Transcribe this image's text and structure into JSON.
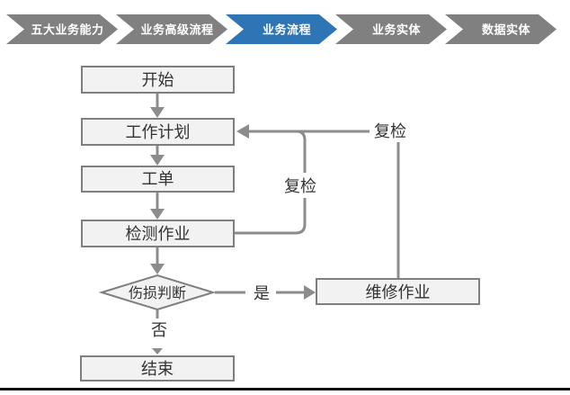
{
  "nav": {
    "items": [
      {
        "label": "五大业务能力",
        "active": false,
        "color": "#808080"
      },
      {
        "label": "业务高级流程",
        "active": false,
        "color": "#808080"
      },
      {
        "label": "业务流程",
        "active": true,
        "color": "#2E75B6"
      },
      {
        "label": "业务实体",
        "active": false,
        "color": "#808080"
      },
      {
        "label": "数据实体",
        "active": false,
        "color": "#808080"
      }
    ]
  },
  "flowchart": {
    "nodes": {
      "start": {
        "label": "开始",
        "type": "process"
      },
      "work_plan": {
        "label": "工作计划",
        "type": "process"
      },
      "work_order": {
        "label": "工单",
        "type": "process"
      },
      "inspection_job": {
        "label": "检测作业",
        "type": "process"
      },
      "damage_decision": {
        "label": "伤损判断",
        "type": "decision"
      },
      "repair_job": {
        "label": "维修作业",
        "type": "process"
      },
      "end": {
        "label": "结束",
        "type": "process"
      }
    },
    "edge_labels": {
      "recheck_inner": "复检",
      "recheck_outer": "复检",
      "yes": "是",
      "no": "否"
    },
    "colors": {
      "node_fill": "#F2F2F2",
      "node_border": "#7F7F7F",
      "connector": "#8C8C8C",
      "text": "#333333",
      "active_tab": "#2E75B6",
      "inactive_tab": "#808080",
      "bottom_rule": "#111111"
    }
  }
}
